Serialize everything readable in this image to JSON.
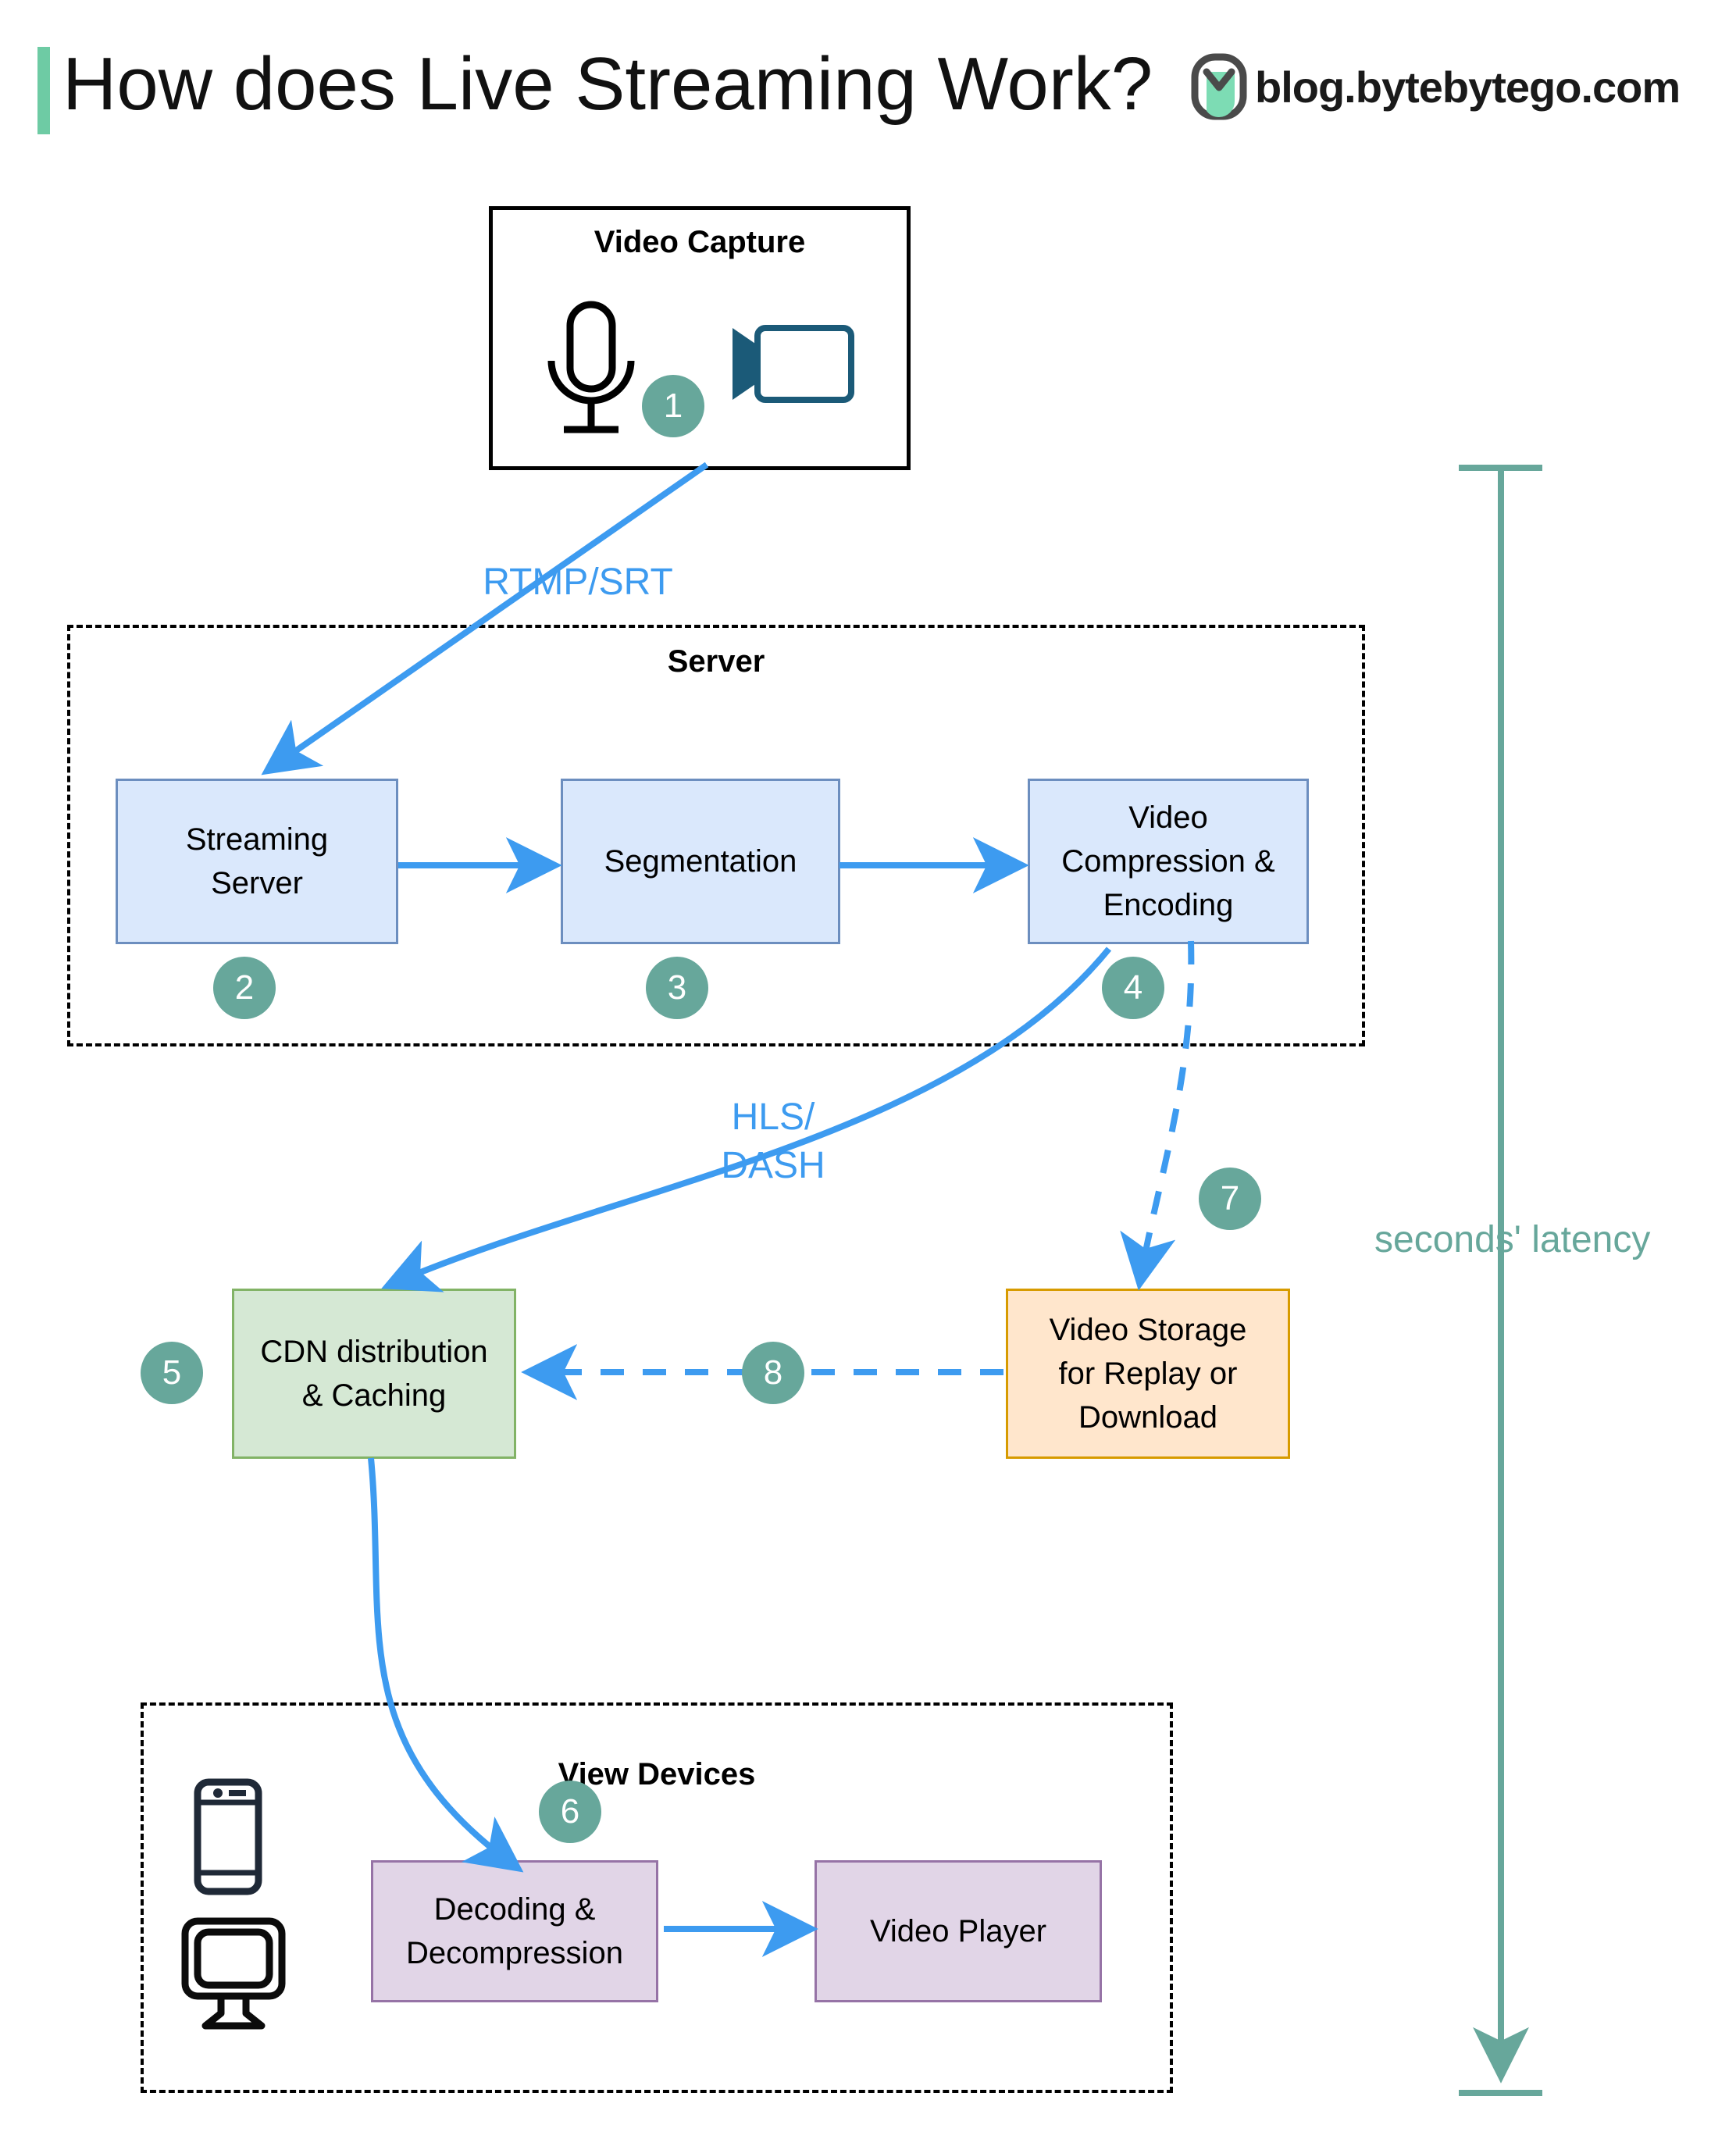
{
  "header": {
    "title": "How does Live Streaming Work?",
    "brand_name": "blog.bytebytego.com",
    "brand_logo_icon": "bytebytego-logo-icon",
    "accent_color": "#6ecba4"
  },
  "colors": {
    "blue_fill": "#dae8fc",
    "blue_stroke": "#6c8ebf",
    "green_fill": "#d5e8d4",
    "green_stroke": "#82b366",
    "orange_fill": "#ffe6cc",
    "orange_stroke": "#d79b00",
    "purple_fill": "#e1d5e7",
    "purple_stroke": "#9673a6",
    "badge": "#67a79b",
    "arrow": "#3d9bf0",
    "latency": "#67a79b"
  },
  "groups": {
    "video_capture": {
      "title": "Video Capture"
    },
    "server": {
      "title": "Server"
    },
    "view_devices": {
      "title": "View Devices"
    }
  },
  "nodes": {
    "streaming_server": "Streaming\nServer",
    "segmentation": "Segmentation",
    "video_compression": "Video\nCompression &\nEncoding",
    "cdn": "CDN distribution\n& Caching",
    "video_storage": "Video Storage\nfor Replay or\nDownload",
    "decoding": "Decoding &\nDecompression",
    "video_player": "Video Player"
  },
  "badges": {
    "b1": "1",
    "b2": "2",
    "b3": "3",
    "b4": "4",
    "b5": "5",
    "b6": "6",
    "b7": "7",
    "b8": "8"
  },
  "edge_labels": {
    "rtmp_srt": "RTMP/SRT",
    "hls_dash": "HLS/\nDASH"
  },
  "latency": {
    "label": "seconds' latency"
  },
  "icons": {
    "microphone": "microphone-icon",
    "camera": "video-camera-icon",
    "phone": "mobile-phone-icon",
    "monitor": "desktop-monitor-icon"
  }
}
